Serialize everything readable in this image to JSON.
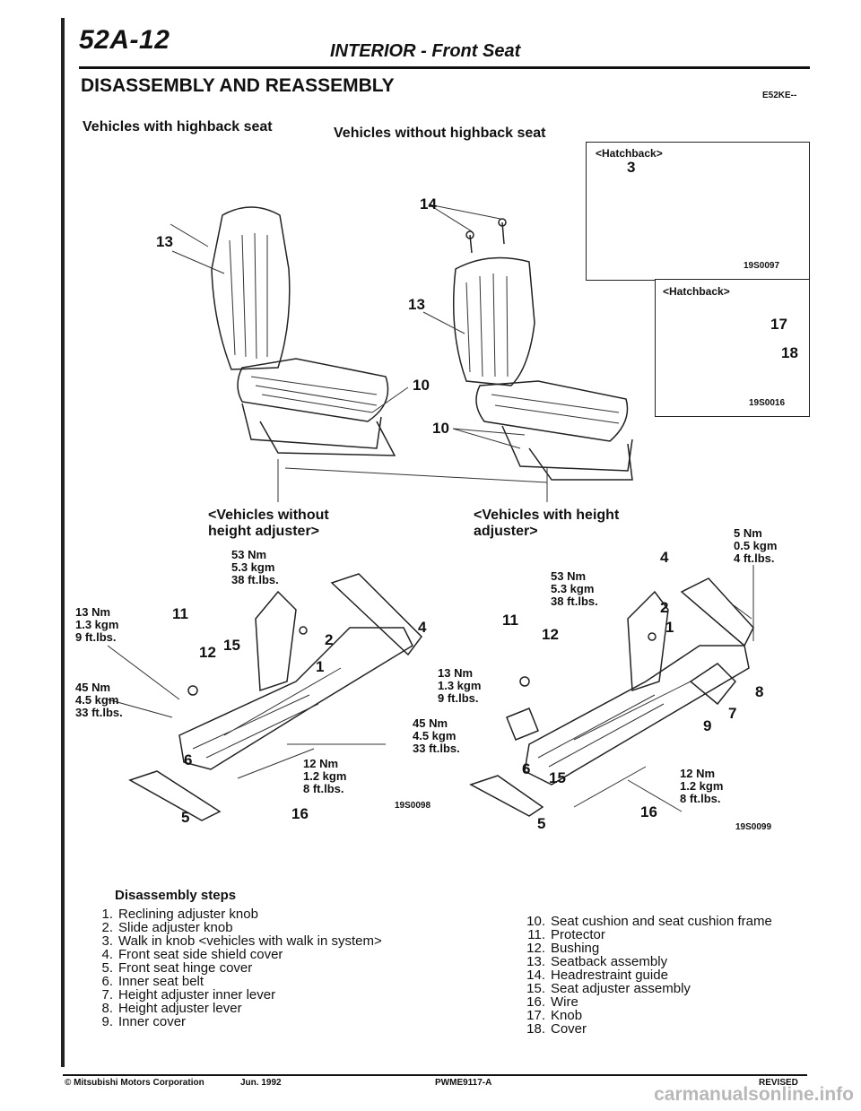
{
  "header": {
    "page_number": "52A-12",
    "title": "INTERIOR - Front Seat"
  },
  "section": {
    "title": "DISASSEMBLY AND REASSEMBLY",
    "code": "E52KE--"
  },
  "top_labels": {
    "highback": "Vehicles with highback seat",
    "without_highback": "Vehicles without highback seat"
  },
  "insets": [
    {
      "label": "<Hatchback>",
      "callouts": [
        "3"
      ],
      "fig_id": "19S0097"
    },
    {
      "label": "<Hatchback>",
      "callouts": [
        "17",
        "18"
      ],
      "fig_id": "19S0016"
    }
  ],
  "upper_callouts": [
    "14",
    "13",
    "13",
    "10",
    "10"
  ],
  "lower_left": {
    "label": "<Vehicles without height adjuster>",
    "torques": [
      "53 Nm\n5.3 kgm\n38 ft.lbs.",
      "13 Nm\n1.3 kgm\n9 ft.lbs.",
      "45 Nm\n4.5 kgm\n33 ft.lbs.",
      "12 Nm\n1.2 kgm\n8 ft.lbs."
    ],
    "callouts": [
      "11",
      "12",
      "15",
      "2",
      "4",
      "1",
      "6",
      "5",
      "16"
    ],
    "fig_id": "19S0098"
  },
  "lower_right": {
    "label": "<Vehicles with height adjuster>",
    "torques": [
      "5 Nm\n0.5 kgm\n4 ft.lbs.",
      "53 Nm\n5.3 kgm\n38 ft.lbs.",
      "13 Nm\n1.3 kgm\n9 ft.lbs.",
      "45 Nm\n4.5 kgm\n33 ft.lbs.",
      "12 Nm\n1.2 kgm\n8 ft.lbs."
    ],
    "callouts": [
      "4",
      "2",
      "1",
      "11",
      "12",
      "8",
      "7",
      "9",
      "6",
      "15",
      "16",
      "5"
    ],
    "fig_id": "19S0099"
  },
  "steps": {
    "title": "Disassembly steps",
    "left": [
      {
        "n": "1.",
        "text": "Reclining adjuster knob"
      },
      {
        "n": "2.",
        "text": "Slide adjuster knob"
      },
      {
        "n": "3.",
        "text": "Walk in knob <vehicles with walk in system>"
      },
      {
        "n": "4.",
        "text": "Front seat side shield cover"
      },
      {
        "n": "5.",
        "text": "Front seat hinge cover"
      },
      {
        "n": "6.",
        "text": "Inner seat belt"
      },
      {
        "n": "7.",
        "text": "Height adjuster inner lever"
      },
      {
        "n": "8.",
        "text": "Height adjuster lever"
      },
      {
        "n": "9.",
        "text": "Inner cover"
      }
    ],
    "right": [
      {
        "n": "10.",
        "text": "Seat cushion and seat cushion frame"
      },
      {
        "n": "11.",
        "text": "Protector"
      },
      {
        "n": "12.",
        "text": "Bushing"
      },
      {
        "n": "13.",
        "text": "Seatback assembly"
      },
      {
        "n": "14.",
        "text": "Headrestraint guide"
      },
      {
        "n": "15.",
        "text": "Seat adjuster assembly"
      },
      {
        "n": "16.",
        "text": "Wire"
      },
      {
        "n": "17.",
        "text": "Knob"
      },
      {
        "n": "18.",
        "text": "Cover"
      }
    ]
  },
  "footer": {
    "copyright": "© Mitsubishi Motors Corporation",
    "date": "Jun. 1992",
    "doc": "PWME9117-A",
    "revised": "REVISED"
  },
  "watermark": "carmanualsonline.info"
}
